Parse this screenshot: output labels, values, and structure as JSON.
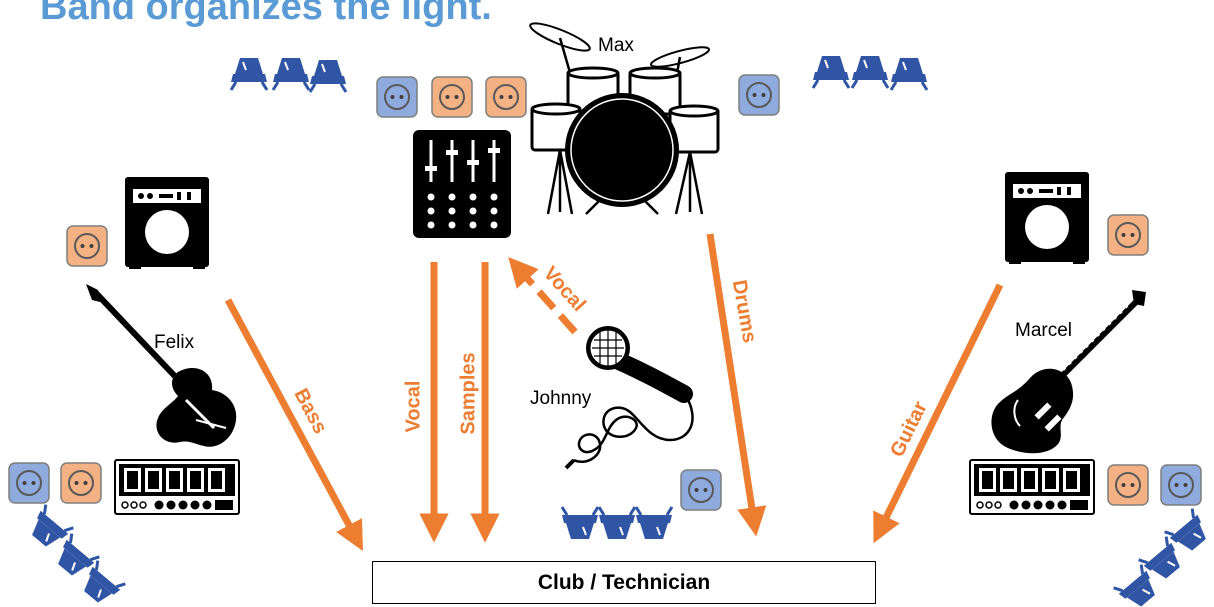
{
  "title": "Band organizes the light.",
  "people": {
    "drummer": "Max",
    "bassist": "Felix",
    "singer": "Johnny",
    "guitarist": "Marcel"
  },
  "signal_labels": {
    "bass": "Bass",
    "vocal_to_desk": "Vocal",
    "vocal_from_mic": "Vocal",
    "samples": "Samples",
    "drums": "Drums",
    "guitar": "Guitar"
  },
  "destination": "Club / Technician",
  "colors": {
    "title": "#5b9bd5",
    "arrow": "#ed7d31",
    "socket_blue": "#8faadc",
    "socket_orange": "#f4b183",
    "light": "#2f55a4",
    "equipment": "#000000"
  },
  "icons": {
    "socket": "power-socket-icon",
    "light": "stage-light-icon",
    "amp": "amplifier-icon",
    "mixer": "mixer-icon",
    "drums": "drum-kit-icon",
    "bass": "bass-guitar-icon",
    "guitar": "electric-guitar-icon",
    "microphone": "microphone-icon",
    "pedalboard": "pedalboard-icon"
  }
}
